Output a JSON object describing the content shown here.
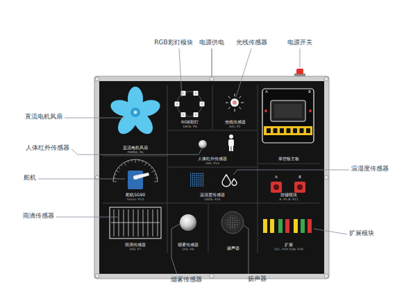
{
  "diagram": {
    "nodes": [
      {
        "text": [
          "直流电机风扇",
          "PWMA: P6"
        ]
      },
      {
        "text": [
          "RGB彩灯",
          "DATA: P8"
        ]
      },
      {
        "text": [
          "光线传感器",
          "AIO: P1"
        ]
      },
      {
        "text": [
          "掌控板主板"
        ]
      },
      {
        "text": [
          "人体红外传感器",
          "DIG: P14"
        ]
      },
      {
        "text": [
          "舵机SG90",
          "Servo: P13"
        ]
      },
      {
        "text": [
          "温湿度传感器",
          "DATA: P16"
        ]
      },
      {
        "text": [
          "按键模块",
          "A: P5 B: P11"
        ]
      },
      {
        "text": [
          "雨滴传感器",
          "DIG: P7"
        ]
      },
      {
        "text": [
          "烟雾传感器",
          "DIG: P4"
        ]
      },
      {
        "text": [
          "扬声器"
        ]
      },
      {
        "text": [
          "扩展",
          "SCL: P19 SDA: P20"
        ]
      }
    ],
    "labels": [
      "RGB彩灯模块",
      "电源供电",
      "光线传感器",
      "电源开关",
      "直流电机风扇",
      "人体红外传感器",
      "舵机",
      "温湿度传感器",
      "雨滴传感器",
      "扩展模块",
      "烟雾传感器",
      "扬声器",
      "A",
      "B",
      "A",
      "B"
    ]
  }
}
